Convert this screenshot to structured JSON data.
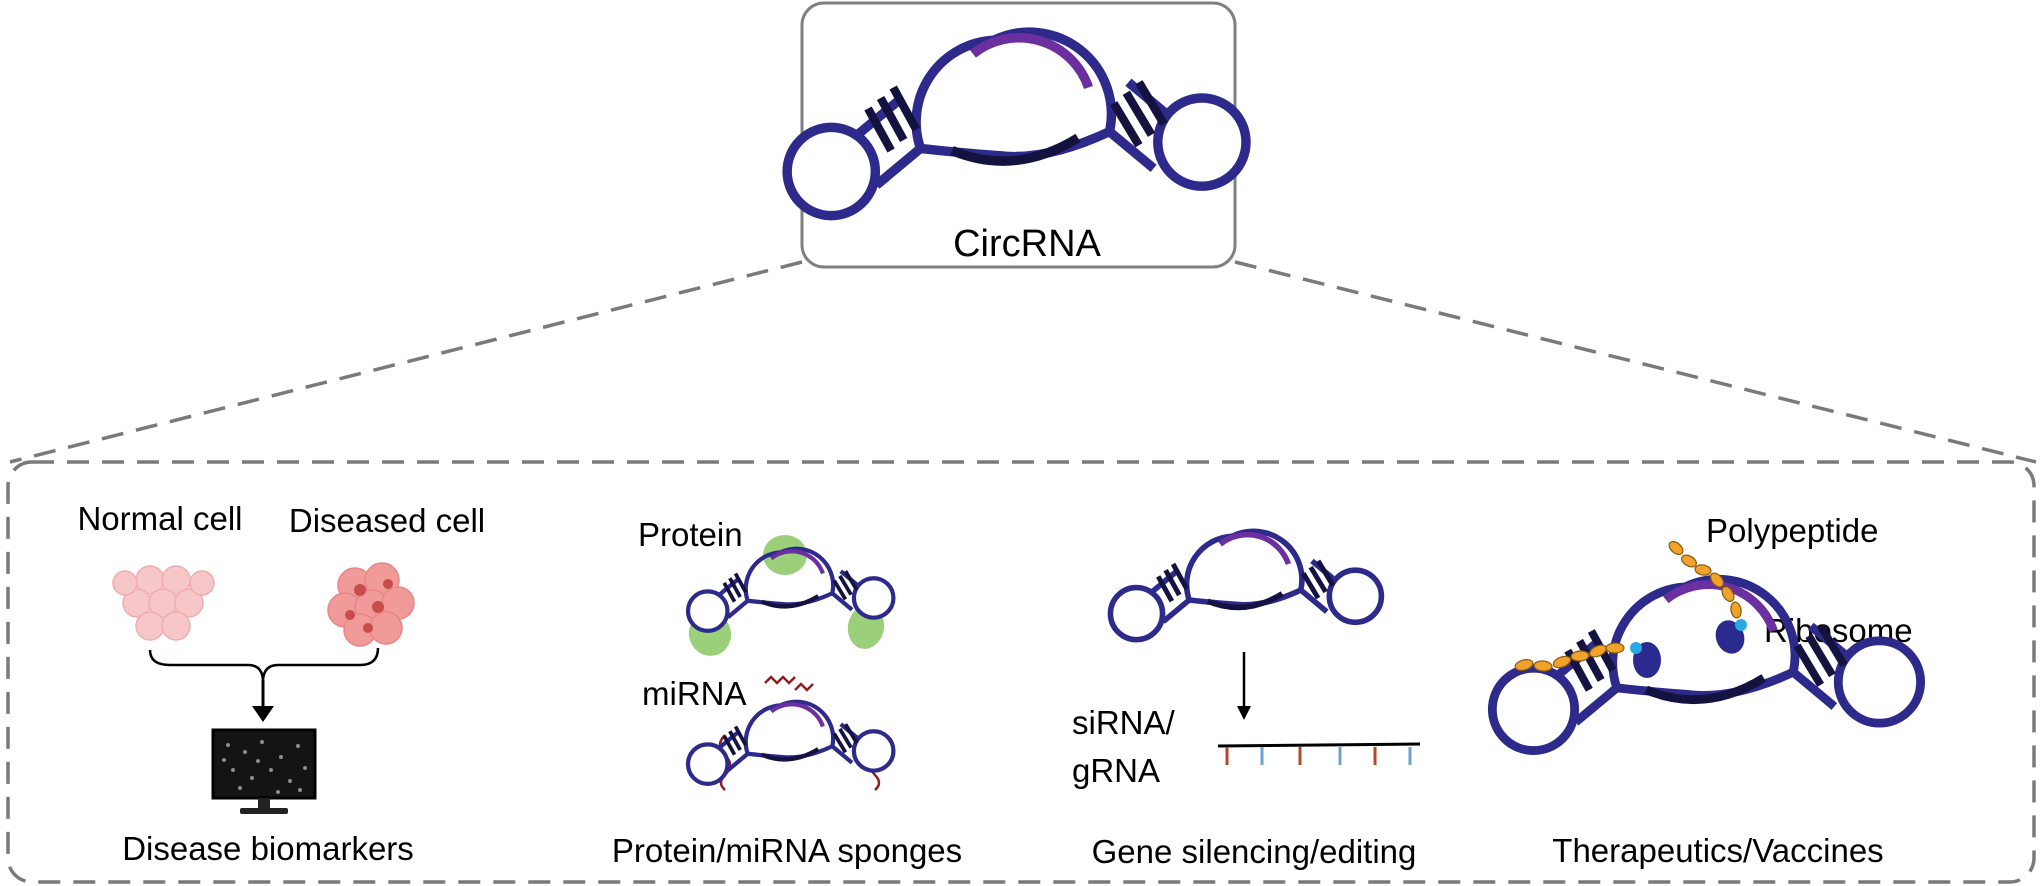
{
  "colors": {
    "rna_blue": "#2e2a8c",
    "rna_purple": "#6b2fa0",
    "rna_dark": "#14123f",
    "protein_green": "#9bcf7a",
    "mirna_red": "#8f1f1f",
    "peptide_orange": "#f0a22a",
    "ribosome_navy": "#2b2a8e",
    "tRNA_cyan": "#29a9e1",
    "dashed_gray": "#7a7a7a",
    "normal_cell": "#f6c4c6",
    "diseased_cell": "#e07070"
  },
  "top": {
    "title": "CircRNA"
  },
  "panels": {
    "biomarkers": {
      "normal_label": "Normal cell",
      "diseased_label": "Diseased cell",
      "caption": "Disease biomarkers"
    },
    "sponges": {
      "protein_label": "Protein",
      "mirna_label": "miRNA",
      "caption": "Protein/miRNA sponges"
    },
    "silencing": {
      "sirna_label_1": "siRNA/",
      "sirna_label_2": "gRNA",
      "caption": "Gene silencing/editing"
    },
    "therapeutics": {
      "polypeptide_label": "Polypeptide",
      "ribosome_label": "Ribosome",
      "caption": "Therapeutics/Vaccines"
    }
  },
  "icons": [
    "circrna-icon",
    "cell-cluster-icon",
    "monitor-icon",
    "protein-icon",
    "mirna-icon",
    "ribosome-icon",
    "polypeptide-icon"
  ]
}
